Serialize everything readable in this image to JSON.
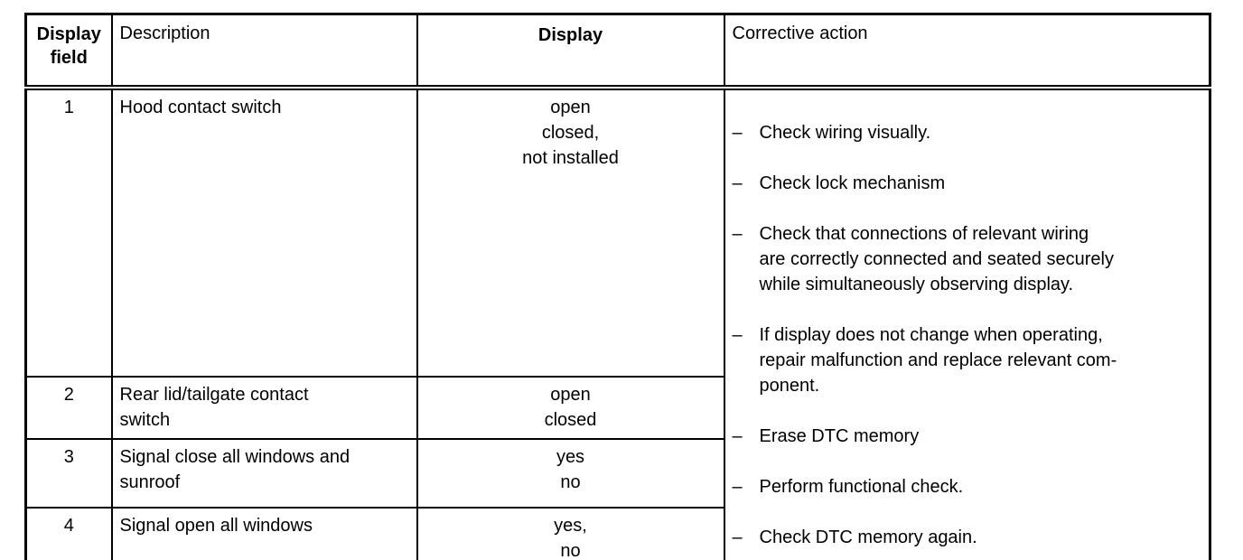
{
  "table": {
    "headers": {
      "field": "Display\nfield",
      "description": "Description",
      "display": "Display",
      "corrective": "Corrective action"
    },
    "rows": [
      {
        "field": "1",
        "description": "Hood contact switch",
        "display": "open\nclosed,\nnot installed"
      },
      {
        "field": "2",
        "description": "Rear lid/tailgate contact\nswitch",
        "display": "open\nclosed"
      },
      {
        "field": "3",
        "description": "Signal close all windows and\nsunroof",
        "display": "yes\nno"
      },
      {
        "field": "4",
        "description": "Signal open all windows",
        "display": "yes,\nno"
      }
    ],
    "corrective": {
      "bullet": "–",
      "items": [
        "Check wiring visually.",
        "Check lock mechanism",
        "Check that connections of relevant wiring\nare correctly connected and seated securely\nwhile simultaneously observing display.",
        "If display does not change when operating,\nrepair malfunction and replace relevant com-\nponent.",
        "Erase DTC memory",
        "Perform functional check.",
        "Check DTC memory again."
      ]
    }
  }
}
